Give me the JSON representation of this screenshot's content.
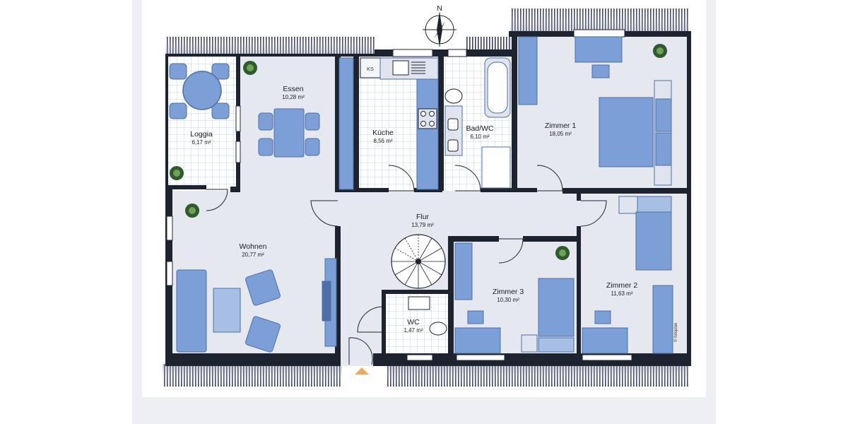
{
  "compass": {
    "label": "N"
  },
  "rooms": {
    "loggia": {
      "name": "Loggia",
      "area": "6,17 m²"
    },
    "essen": {
      "name": "Essen",
      "area": "10,28 m²"
    },
    "kueche": {
      "name": "Küche",
      "area": "8,56 m²"
    },
    "bad": {
      "name": "Bad/WC",
      "area": "6,10 m²"
    },
    "zimmer1": {
      "name": "Zimmer 1",
      "area": "18,05 m²"
    },
    "flur": {
      "name": "Flur",
      "area": "13,79 m²"
    },
    "wohnen": {
      "name": "Wohnen",
      "area": "20,77 m²"
    },
    "zimmer3": {
      "name": "Zimmer 3",
      "area": "10,30 m²"
    },
    "zimmer2": {
      "name": "Zimmer 2",
      "area": "11,63 m²"
    },
    "wc": {
      "name": "WC",
      "area": "1,47 m²"
    }
  },
  "fridge_label": "KS",
  "watermark": "© fotoplan",
  "colors": {
    "wall": "#1e2330",
    "floor": "#e6e8ef",
    "tile_grid": "#b9c6dc",
    "furniture": "#7b9fd6",
    "furniture_dark": "#4f6fa6",
    "entrance": "#f3a65a"
  }
}
